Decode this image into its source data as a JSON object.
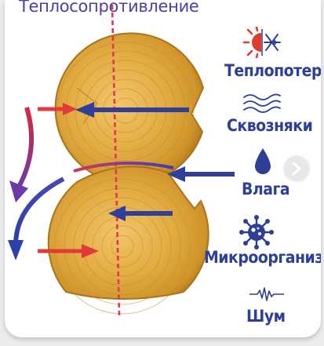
{
  "title": "Теплосопротивление",
  "legend": {
    "heat_loss": "Теплопотери",
    "drafts": "Сквозняки",
    "moisture": "Влага",
    "microorganisms": "Микроорганизмы",
    "noise": "Шум"
  },
  "icons": {
    "heat_loss": "sun-snowflake-icon",
    "drafts": "wind-waves-icon",
    "moisture": "water-drop-icon",
    "microorganisms": "microbe-icon",
    "noise": "sound-wave-icon",
    "next": "chevron-right-icon"
  },
  "colors": {
    "title": "#4b3fa2",
    "labels": "#2d3f96",
    "blue_arrow": "#2f3f9a",
    "red_arrow": "#e03a3a",
    "dashed_line": "#e0394f",
    "wood": "#d9a336",
    "bark": "#b17d22"
  }
}
